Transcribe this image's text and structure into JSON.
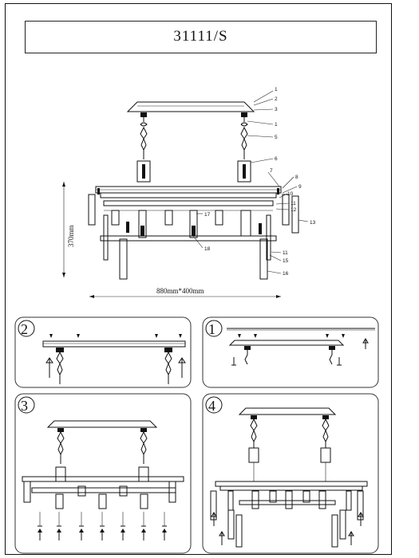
{
  "title": "31111/S",
  "dimensions": {
    "height": "370mm",
    "width_depth": "880mm*400mm"
  },
  "part_labels": [
    "1",
    "2",
    "3",
    "1",
    "5",
    "6",
    "7",
    "8",
    "9",
    "10",
    "11",
    "12",
    "13",
    "17",
    "18",
    "11",
    "15",
    "16"
  ],
  "steps": [
    "1",
    "2",
    "3",
    "4"
  ]
}
